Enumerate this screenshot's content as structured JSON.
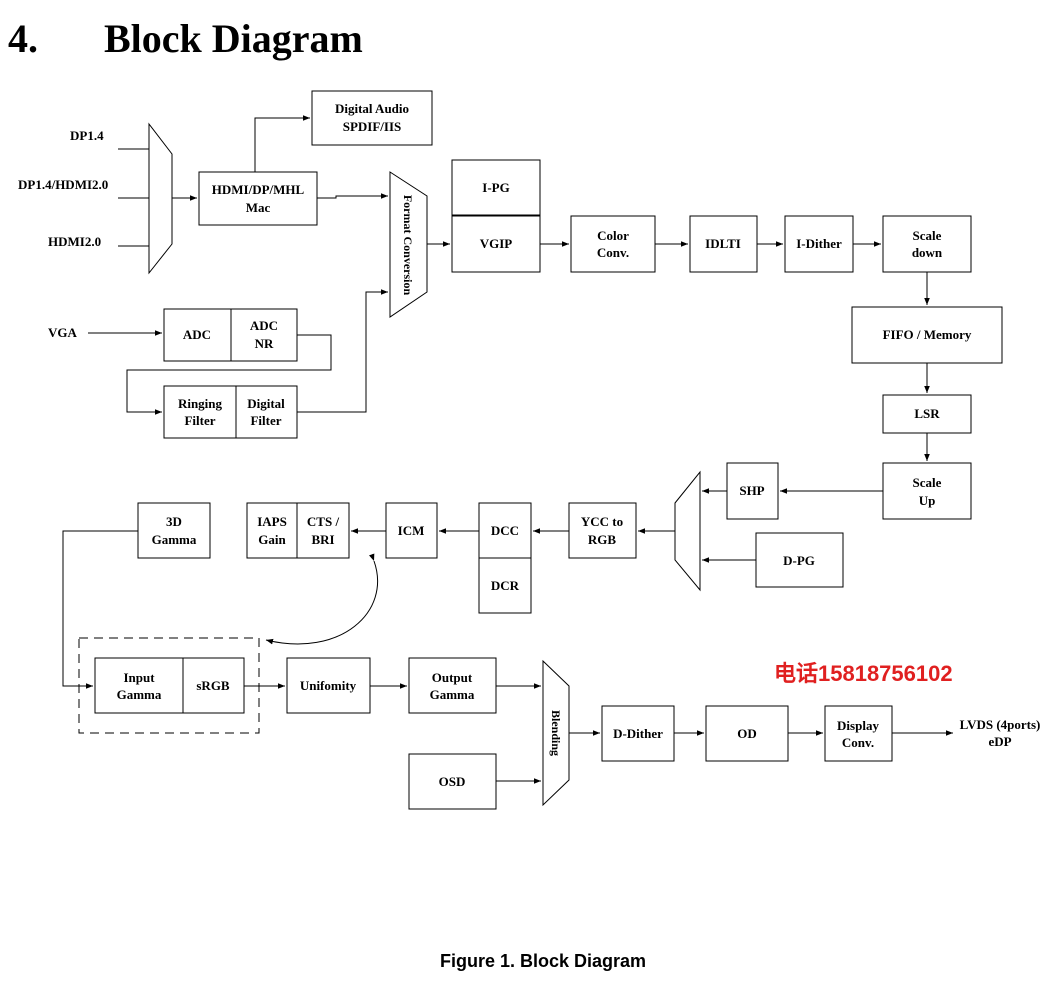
{
  "heading": {
    "number": "4.",
    "title": "Block Diagram"
  },
  "caption": "Figure 1. Block Diagram",
  "watermark": {
    "text": "电话15818756102",
    "color": "#e02020"
  },
  "inputs": {
    "dp14": "DP1.4",
    "dp14_hdmi20": "DP1.4/HDMI2.0",
    "hdmi20": "HDMI2.0",
    "vga": "VGA"
  },
  "blocks": {
    "digital_audio": [
      "Digital Audio",
      "SPDIF/IIS"
    ],
    "hdmi_mac": [
      "HDMI/DP/MHL",
      "Mac"
    ],
    "format_conversion": "Format Conversion",
    "adc": "ADC",
    "adc_nr": [
      "ADC",
      "NR"
    ],
    "ringing_filter": [
      "Ringing",
      "Filter"
    ],
    "digital_filter": [
      "Digital",
      "Filter"
    ],
    "ipg": "I-PG",
    "vgip": "VGIP",
    "color_conv": [
      "Color",
      "Conv."
    ],
    "idlti": "IDLTI",
    "idither": "I-Dither",
    "scale_down": [
      "Scale",
      "down"
    ],
    "fifo": "FIFO / Memory",
    "lsr": "LSR",
    "scale_up": [
      "Scale",
      "Up"
    ],
    "shp": "SHP",
    "dpg": "D-PG",
    "ycc_rgb": [
      "YCC to",
      "RGB"
    ],
    "dcc": "DCC",
    "dcr": "DCR",
    "icm": "ICM",
    "iaps": [
      "IAPS",
      "Gain"
    ],
    "cts": [
      "CTS /",
      "BRI"
    ],
    "gamma3d": [
      "3D",
      "Gamma"
    ],
    "input_gamma": [
      "Input",
      "Gamma"
    ],
    "srgb": "sRGB",
    "uniformity": "Unifomity",
    "output_gamma": [
      "Output",
      "Gamma"
    ],
    "osd": "OSD",
    "blending": "Blending",
    "ddither": "D-Dither",
    "od": "OD",
    "display_conv": [
      "Display",
      "Conv."
    ]
  },
  "output": [
    "LVDS (4ports)",
    "eDP"
  ]
}
